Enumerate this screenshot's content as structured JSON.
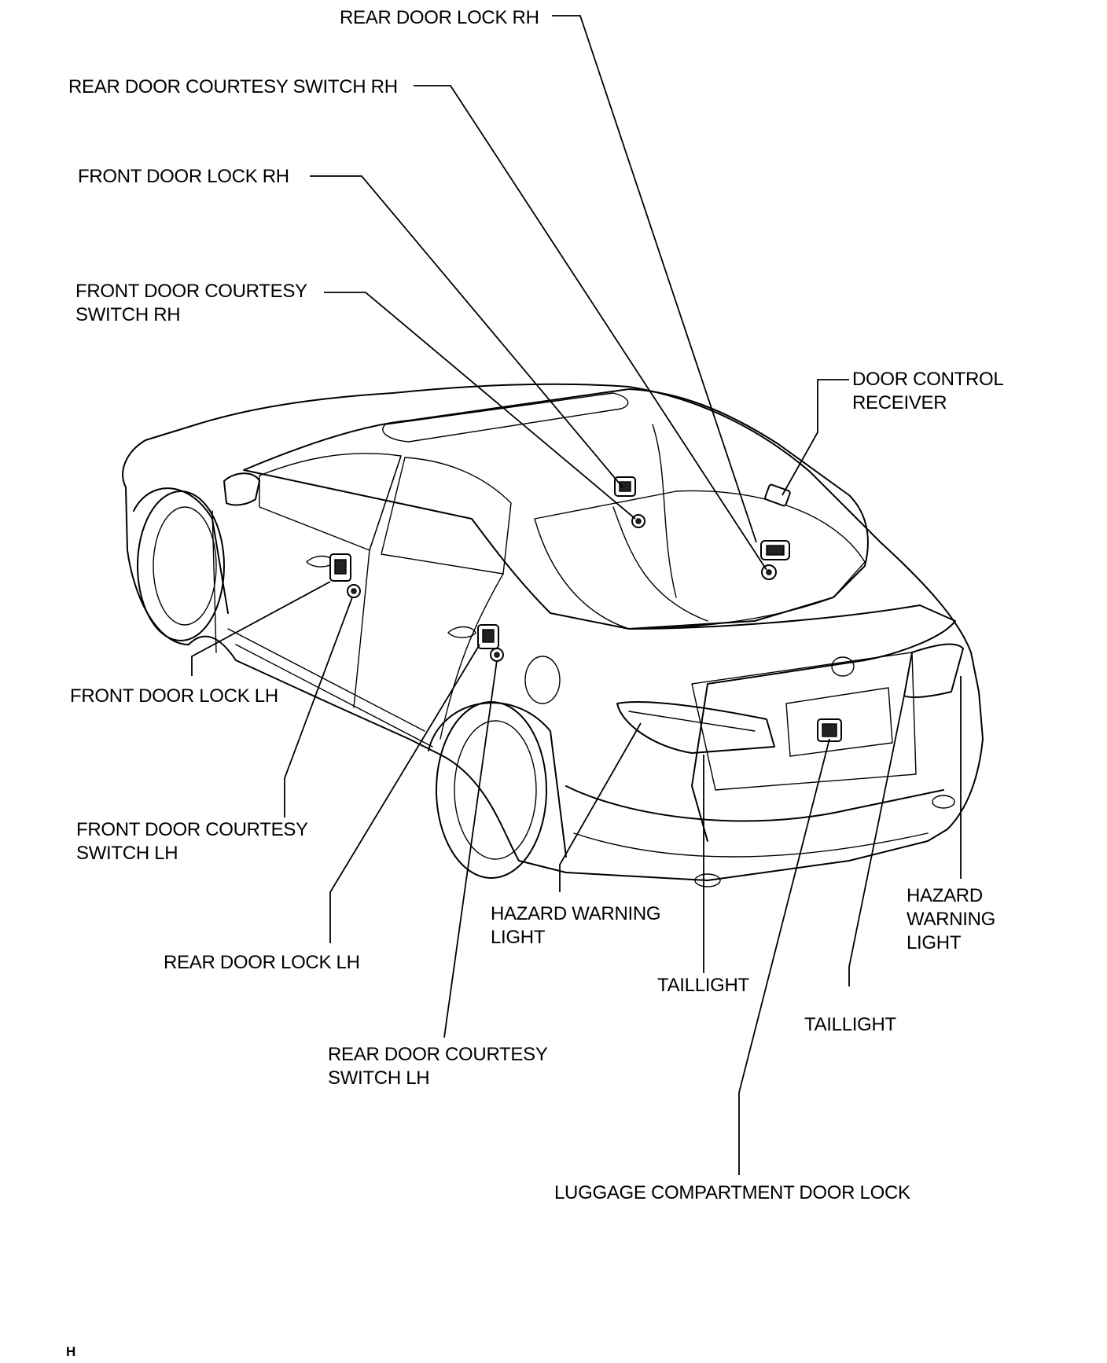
{
  "labels": {
    "rear_door_lock_rh": "REAR DOOR LOCK RH",
    "rear_door_courtesy_switch_rh": "REAR DOOR COURTESY SWITCH RH",
    "front_door_lock_rh": "FRONT DOOR LOCK RH",
    "front_door_courtesy_switch_rh": [
      "FRONT DOOR COURTESY",
      "SWITCH RH"
    ],
    "door_control_receiver": [
      "DOOR CONTROL",
      "RECEIVER"
    ],
    "front_door_lock_lh": "FRONT DOOR LOCK LH",
    "front_door_courtesy_switch_lh": [
      "FRONT DOOR COURTESY",
      "SWITCH LH"
    ],
    "rear_door_lock_lh": "REAR DOOR LOCK LH",
    "rear_door_courtesy_switch_lh": [
      "REAR DOOR COURTESY",
      "SWITCH LH"
    ],
    "hazard_warning_light_left": [
      "HAZARD WARNING",
      "LIGHT"
    ],
    "taillight_left": "TAILLIGHT",
    "hazard_warning_light_right": [
      "HAZARD",
      "WARNING",
      "LIGHT"
    ],
    "taillight_right": "TAILLIGHT",
    "luggage_compartment_door_lock": "LUGGAGE COMPARTMENT DOOR LOCK"
  },
  "footer": {
    "code": "H"
  }
}
